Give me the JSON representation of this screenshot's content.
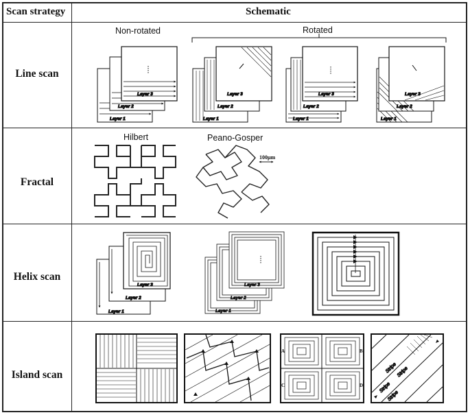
{
  "header": {
    "col1": "Scan strategy",
    "col2": "Schematic"
  },
  "rows": {
    "line_scan": {
      "label": "Line scan",
      "non_rotated": "Non-rotated",
      "rotated": "Rotated",
      "layers": [
        "Layer 1",
        "Layer 2",
        "Layer 3"
      ]
    },
    "fractal": {
      "label": "Fractal",
      "hilbert": "Hilbert",
      "peano": "Peano-Gosper",
      "scale": "100μm"
    },
    "helix_scan": {
      "label": "Helix scan",
      "layers": [
        "Layer 1",
        "Layer 2",
        "Layer 3"
      ]
    },
    "island_scan": {
      "label": "Island scan",
      "island_labels": [
        "A",
        "B",
        "C",
        "D"
      ],
      "stripe": "Stripe"
    }
  }
}
